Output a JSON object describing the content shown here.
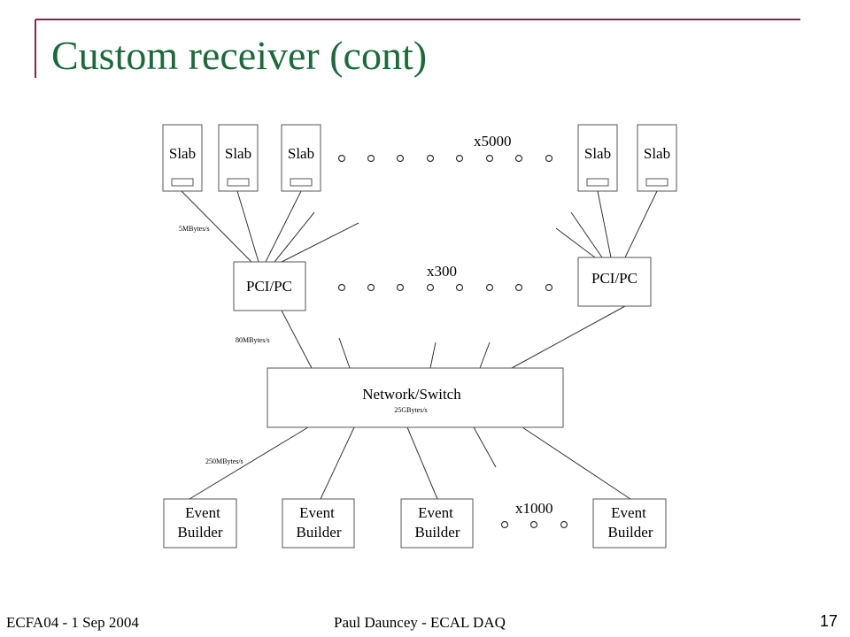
{
  "slide": {
    "title": "Custom receiver (cont)",
    "footer_left": "ECFA04 - 1 Sep 2004",
    "footer_center": "Paul Dauncey - ECAL DAQ",
    "page_number": "17",
    "title_color": "#1b6b3a",
    "accent_color": "#7a2a4a"
  },
  "diagram": {
    "slab_label": "Slab",
    "pci_label": "PCI/PC",
    "network_label": "Network/Switch",
    "network_rate": "25GBytes/s",
    "event_line1": "Event",
    "event_line2": "Builder",
    "mult_slabs": "x5000",
    "mult_pci": "x300",
    "mult_events": "x1000",
    "rate_slab": "5MBytes/s",
    "rate_pci": "80MBytes/s",
    "rate_event": "250MBytes/s"
  }
}
